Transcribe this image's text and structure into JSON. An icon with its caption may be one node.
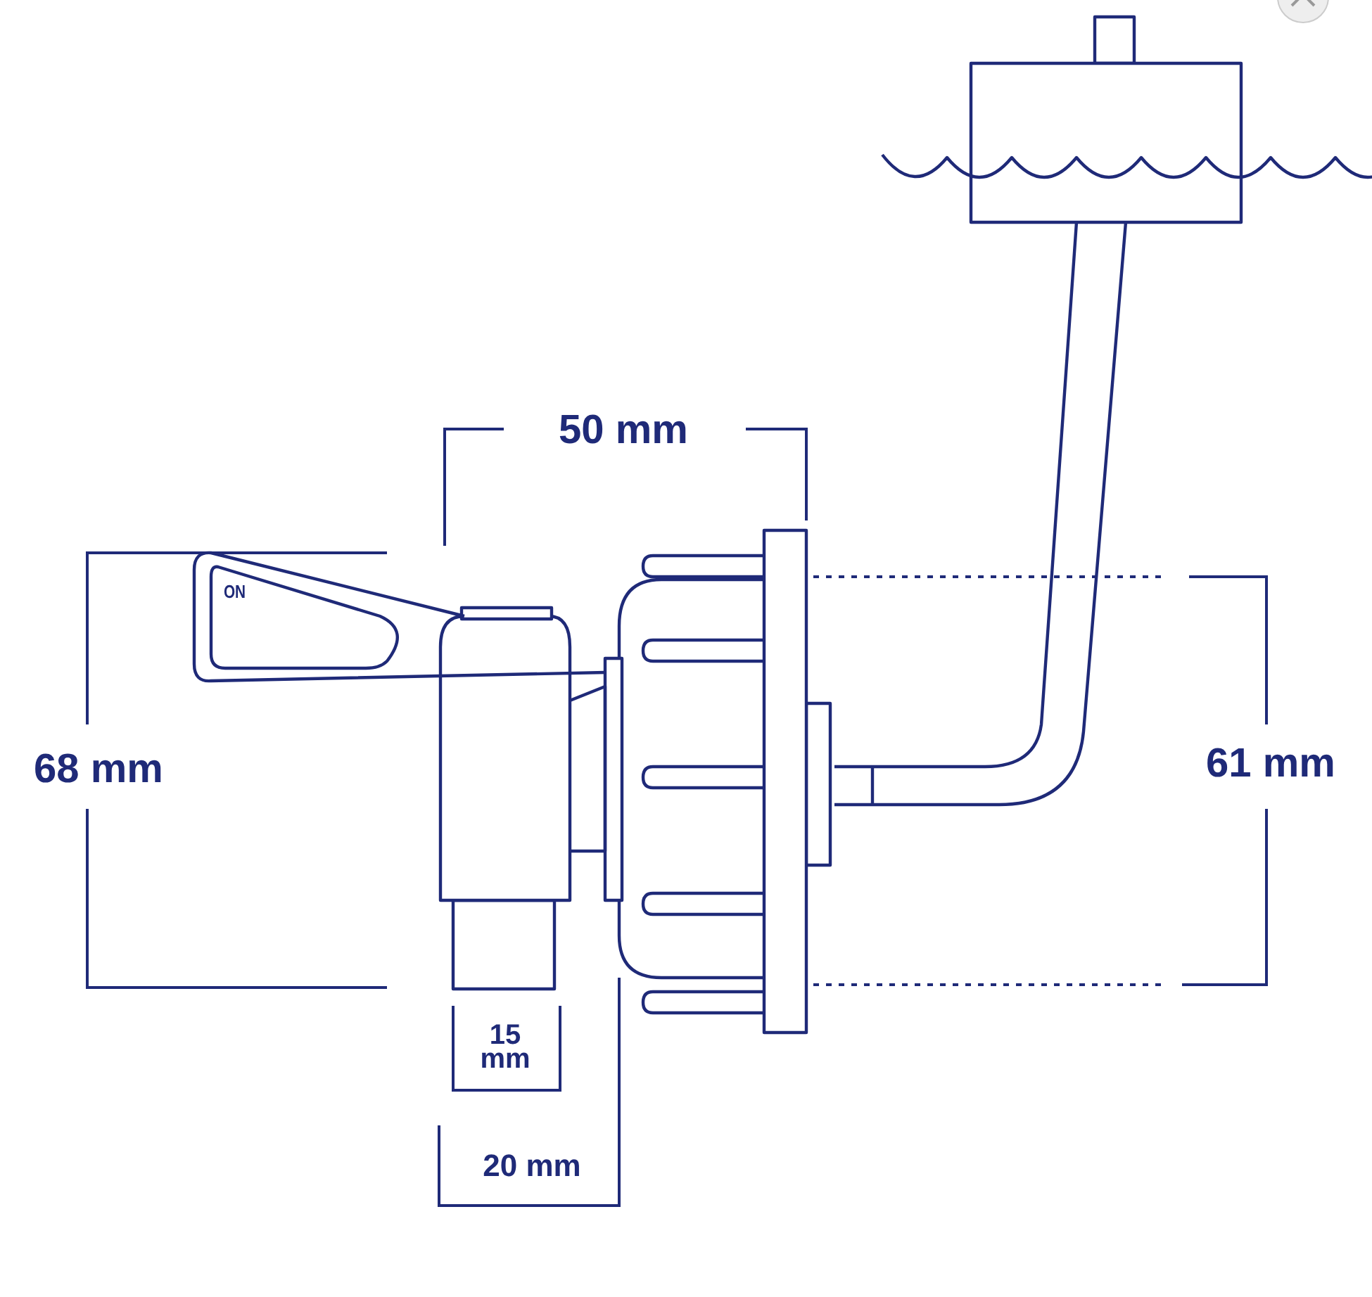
{
  "diagram": {
    "labels": [
      "50 mm",
      "ON",
      "68 mm",
      "61 mm",
      "15 mm",
      "20 mm"
    ]
  }
}
